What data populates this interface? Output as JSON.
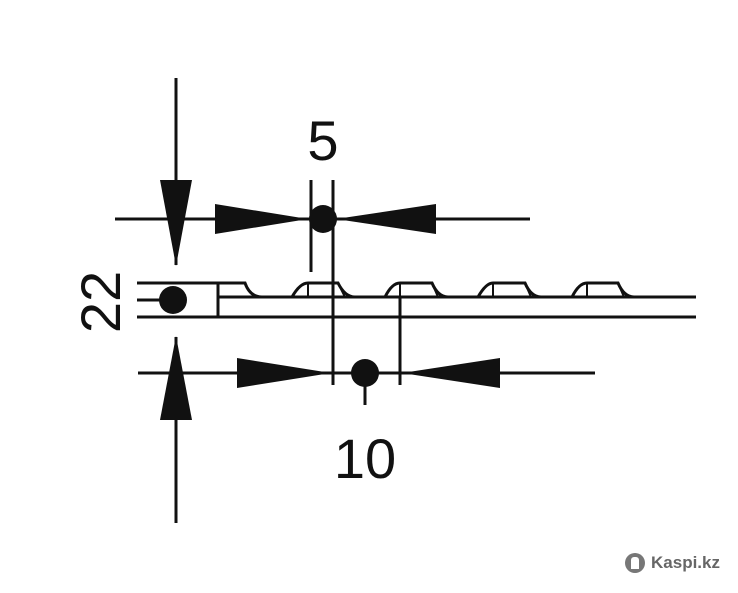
{
  "diagram": {
    "dimensions": {
      "top_spacing": "5",
      "pitch": "10",
      "thickness": "22"
    }
  },
  "watermark": {
    "text": "Kaspi.kz"
  }
}
